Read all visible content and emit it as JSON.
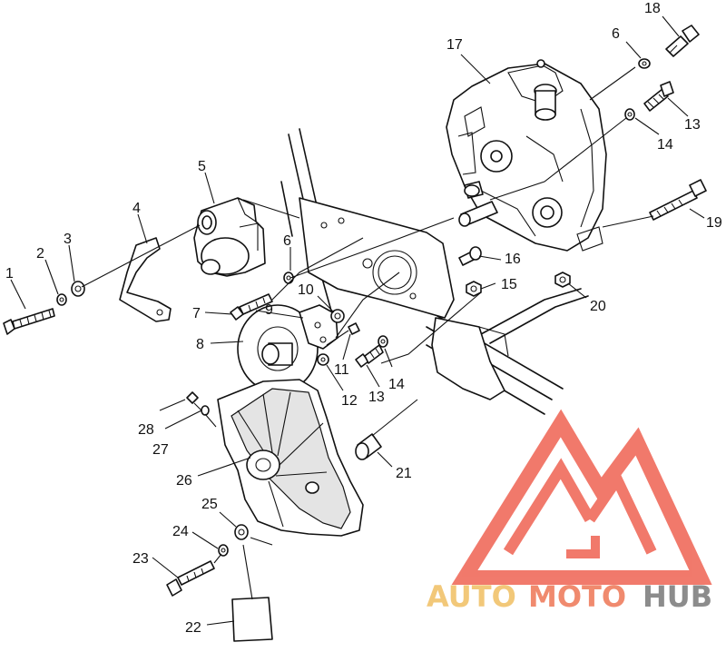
{
  "callouts": [
    {
      "id": "1",
      "text": "1"
    },
    {
      "id": "2",
      "text": "2"
    },
    {
      "id": "3",
      "text": "3"
    },
    {
      "id": "4",
      "text": "4"
    },
    {
      "id": "5",
      "text": "5"
    },
    {
      "id": "6a",
      "text": "6"
    },
    {
      "id": "6b",
      "text": "6"
    },
    {
      "id": "7",
      "text": "7"
    },
    {
      "id": "8",
      "text": "8"
    },
    {
      "id": "9",
      "text": "9"
    },
    {
      "id": "10",
      "text": "10"
    },
    {
      "id": "11",
      "text": "11"
    },
    {
      "id": "12",
      "text": "12"
    },
    {
      "id": "13a",
      "text": "13"
    },
    {
      "id": "13b",
      "text": "13"
    },
    {
      "id": "14a",
      "text": "14"
    },
    {
      "id": "14b",
      "text": "14"
    },
    {
      "id": "15",
      "text": "15"
    },
    {
      "id": "16",
      "text": "16"
    },
    {
      "id": "17",
      "text": "17"
    },
    {
      "id": "18",
      "text": "18"
    },
    {
      "id": "19",
      "text": "19"
    },
    {
      "id": "20",
      "text": "20"
    },
    {
      "id": "21",
      "text": "21"
    },
    {
      "id": "22",
      "text": "22"
    },
    {
      "id": "23",
      "text": "23"
    },
    {
      "id": "24",
      "text": "24"
    },
    {
      "id": "25",
      "text": "25"
    },
    {
      "id": "26",
      "text": "26"
    },
    {
      "id": "27",
      "text": "27"
    },
    {
      "id": "28",
      "text": "28"
    }
  ],
  "watermark": {
    "word_1": "AUTO",
    "word_2": "MOTO",
    "word_3": "HUB",
    "colors": {
      "auto": "#f2c879",
      "moto": "#f08a6e",
      "hub": "#8c8c8c",
      "logo": "#f06b5c"
    }
  }
}
